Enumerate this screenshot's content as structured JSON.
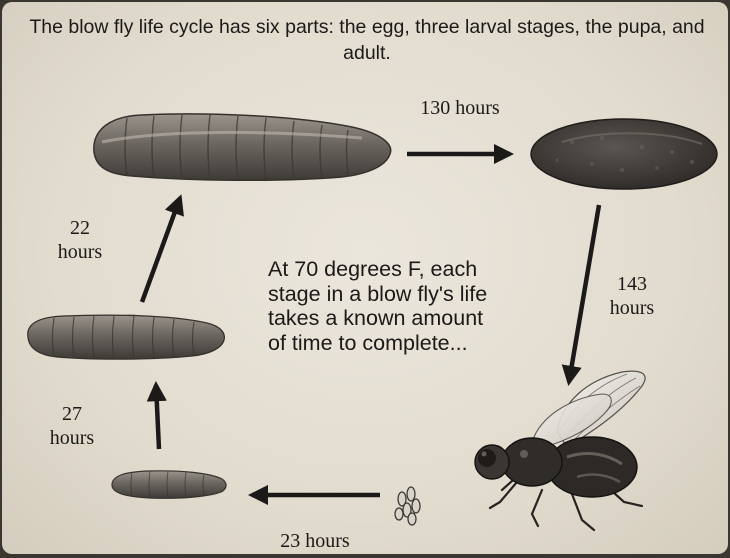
{
  "title": "The blow fly life cycle has six parts: the egg, three larval stages, the pupa, and adult.",
  "note": "At 70 degrees F, each stage in a blow fly's life takes a known amount of time to complete...",
  "stages": [
    "egg",
    "first larval stage",
    "second larval stage",
    "third larval stage",
    "pupa",
    "adult"
  ],
  "durations": {
    "egg_to_first_larva": "23 hours",
    "first_to_second_larva_value": "27",
    "first_to_second_larva_unit": "hours",
    "second_to_third_larva_value": "22",
    "second_to_third_larva_unit": "hours",
    "third_larva_to_pupa": "130 hours",
    "pupa_to_adult_value": "143",
    "pupa_to_adult_unit": "hours"
  },
  "colors": {
    "paper": "#e6e0d4",
    "ink": "#1b1a18",
    "larva": "#6b6660",
    "pupa": "#3c3834"
  }
}
